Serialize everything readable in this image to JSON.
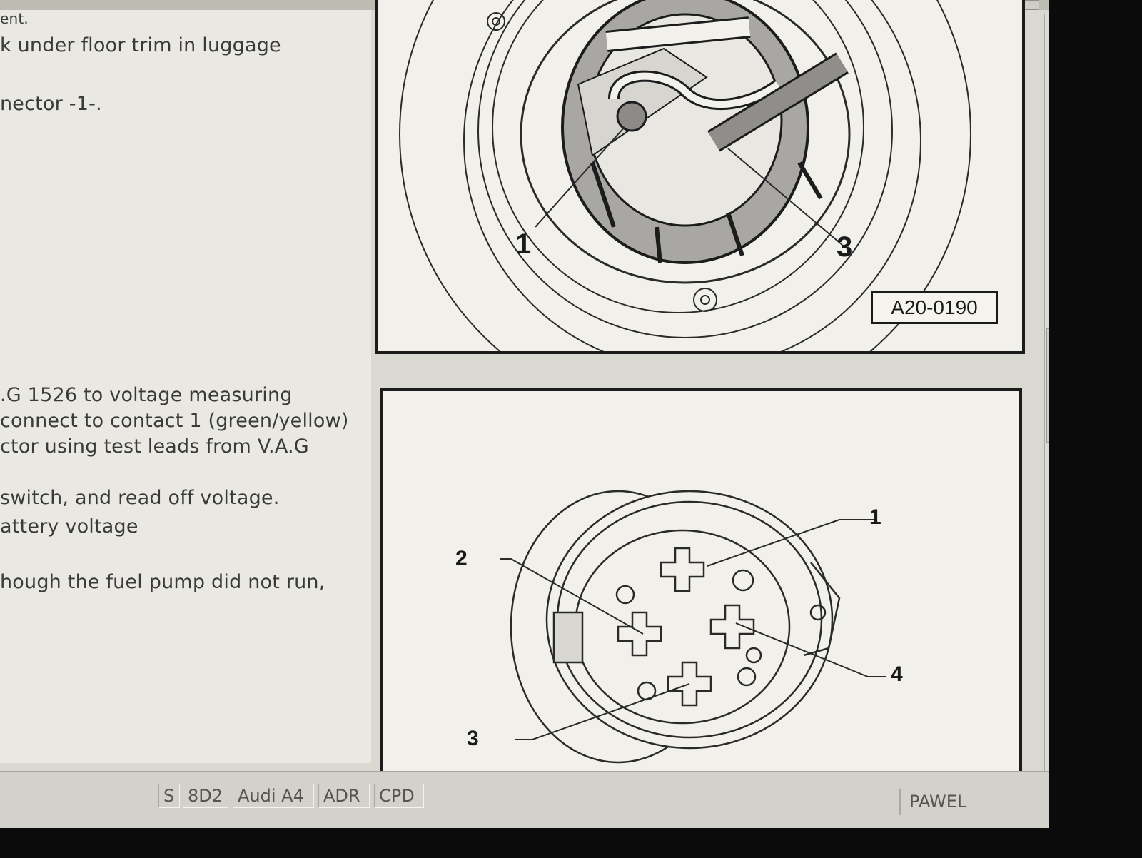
{
  "text_pane": {
    "lines_top": [
      "ent.",
      "k under floor trim in luggage",
      "nector -1-."
    ],
    "lines_bottom": [
      ".G 1526 to voltage measuring",
      "connect to contact 1 (green/yellow)",
      "ctor using test leads from V.A.G",
      "switch, and read off voltage.",
      "attery voltage",
      "hough the fuel pump did not run,"
    ]
  },
  "figure_top": {
    "code": "A20-0190",
    "callouts": [
      "1",
      "3"
    ]
  },
  "figure_bottom": {
    "callouts": [
      "1",
      "2",
      "3",
      "4"
    ]
  },
  "scrollbar": {
    "up_arrow": "▲",
    "down_arrow": "▼",
    "grip": "≡"
  },
  "status_bar": {
    "cells": [
      "S",
      "8D2",
      "Audi A4",
      "ADR",
      "CPD"
    ],
    "user": "PAWEL"
  },
  "colors": {
    "page_bg": "#e9e8e2",
    "figure_line": "#1c1c1c",
    "bezel": "#0b0b0b"
  }
}
